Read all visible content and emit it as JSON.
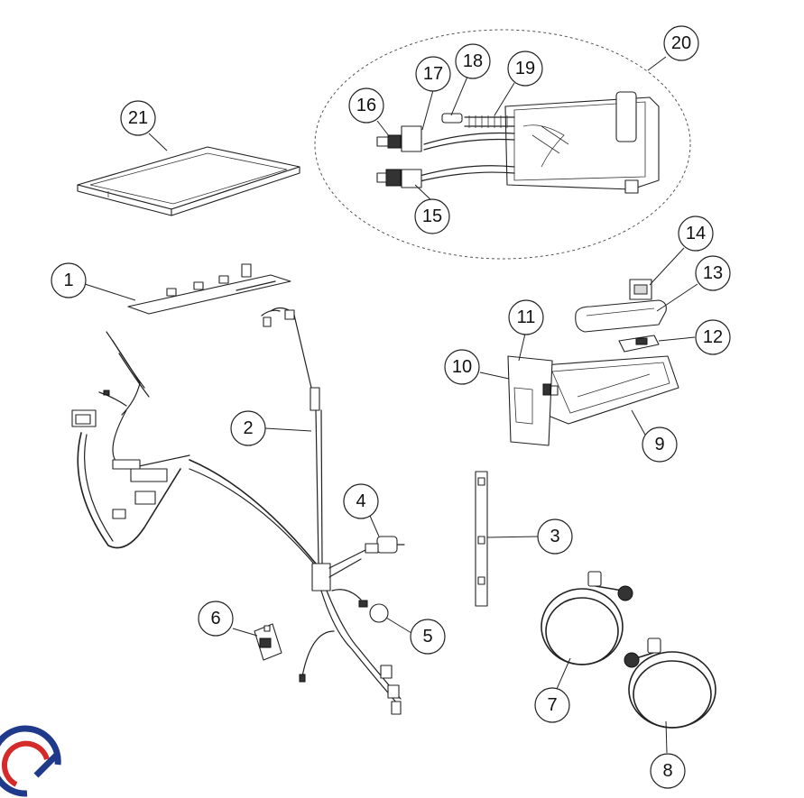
{
  "callouts": [
    {
      "id": "1",
      "label": "1"
    },
    {
      "id": "2",
      "label": "2"
    },
    {
      "id": "3",
      "label": "3"
    },
    {
      "id": "4",
      "label": "4"
    },
    {
      "id": "5",
      "label": "5"
    },
    {
      "id": "6",
      "label": "6"
    },
    {
      "id": "7",
      "label": "7"
    },
    {
      "id": "8",
      "label": "8"
    },
    {
      "id": "9",
      "label": "9"
    },
    {
      "id": "10",
      "label": "10"
    },
    {
      "id": "11",
      "label": "11"
    },
    {
      "id": "12",
      "label": "12"
    },
    {
      "id": "13",
      "label": "13"
    },
    {
      "id": "14",
      "label": "14"
    },
    {
      "id": "15",
      "label": "15"
    },
    {
      "id": "16",
      "label": "16"
    },
    {
      "id": "17",
      "label": "17"
    },
    {
      "id": "18",
      "label": "18"
    },
    {
      "id": "19",
      "label": "19"
    },
    {
      "id": "20",
      "label": "20"
    },
    {
      "id": "21",
      "label": "21"
    }
  ],
  "logo": {
    "icon": "brand-swirl-logo",
    "colors": [
      "#1f3a8a",
      "#d42a2a"
    ]
  }
}
